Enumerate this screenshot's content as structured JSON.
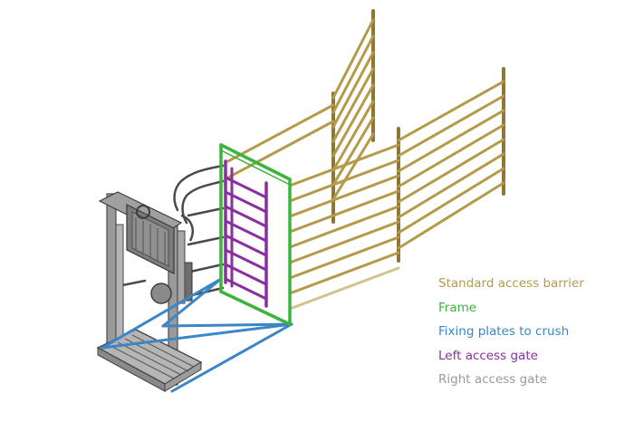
{
  "legend": {
    "items": [
      {
        "id": "standard-access-barrier",
        "label": "Standard access barrier",
        "color": "#b59a4a"
      },
      {
        "id": "frame",
        "label": "Frame",
        "color": "#3cb43c"
      },
      {
        "id": "fixing-plates",
        "label": "Fixing plates to crush",
        "color": "#3a86c8"
      },
      {
        "id": "left-access-gate",
        "label": "Left access gate",
        "color": "#8a2f9e"
      },
      {
        "id": "right-access-gate",
        "label": "Right access gate",
        "color": "#9a9a9a"
      }
    ]
  },
  "colors": {
    "barrier": "#b59a4a",
    "barrier_dark": "#7d6a2a",
    "frame": "#3cb43c",
    "plates": "#3a86c8",
    "left_gate": "#8a2f9e",
    "crush": "#8d8d8d",
    "crush_dark": "#4a4a4a"
  }
}
